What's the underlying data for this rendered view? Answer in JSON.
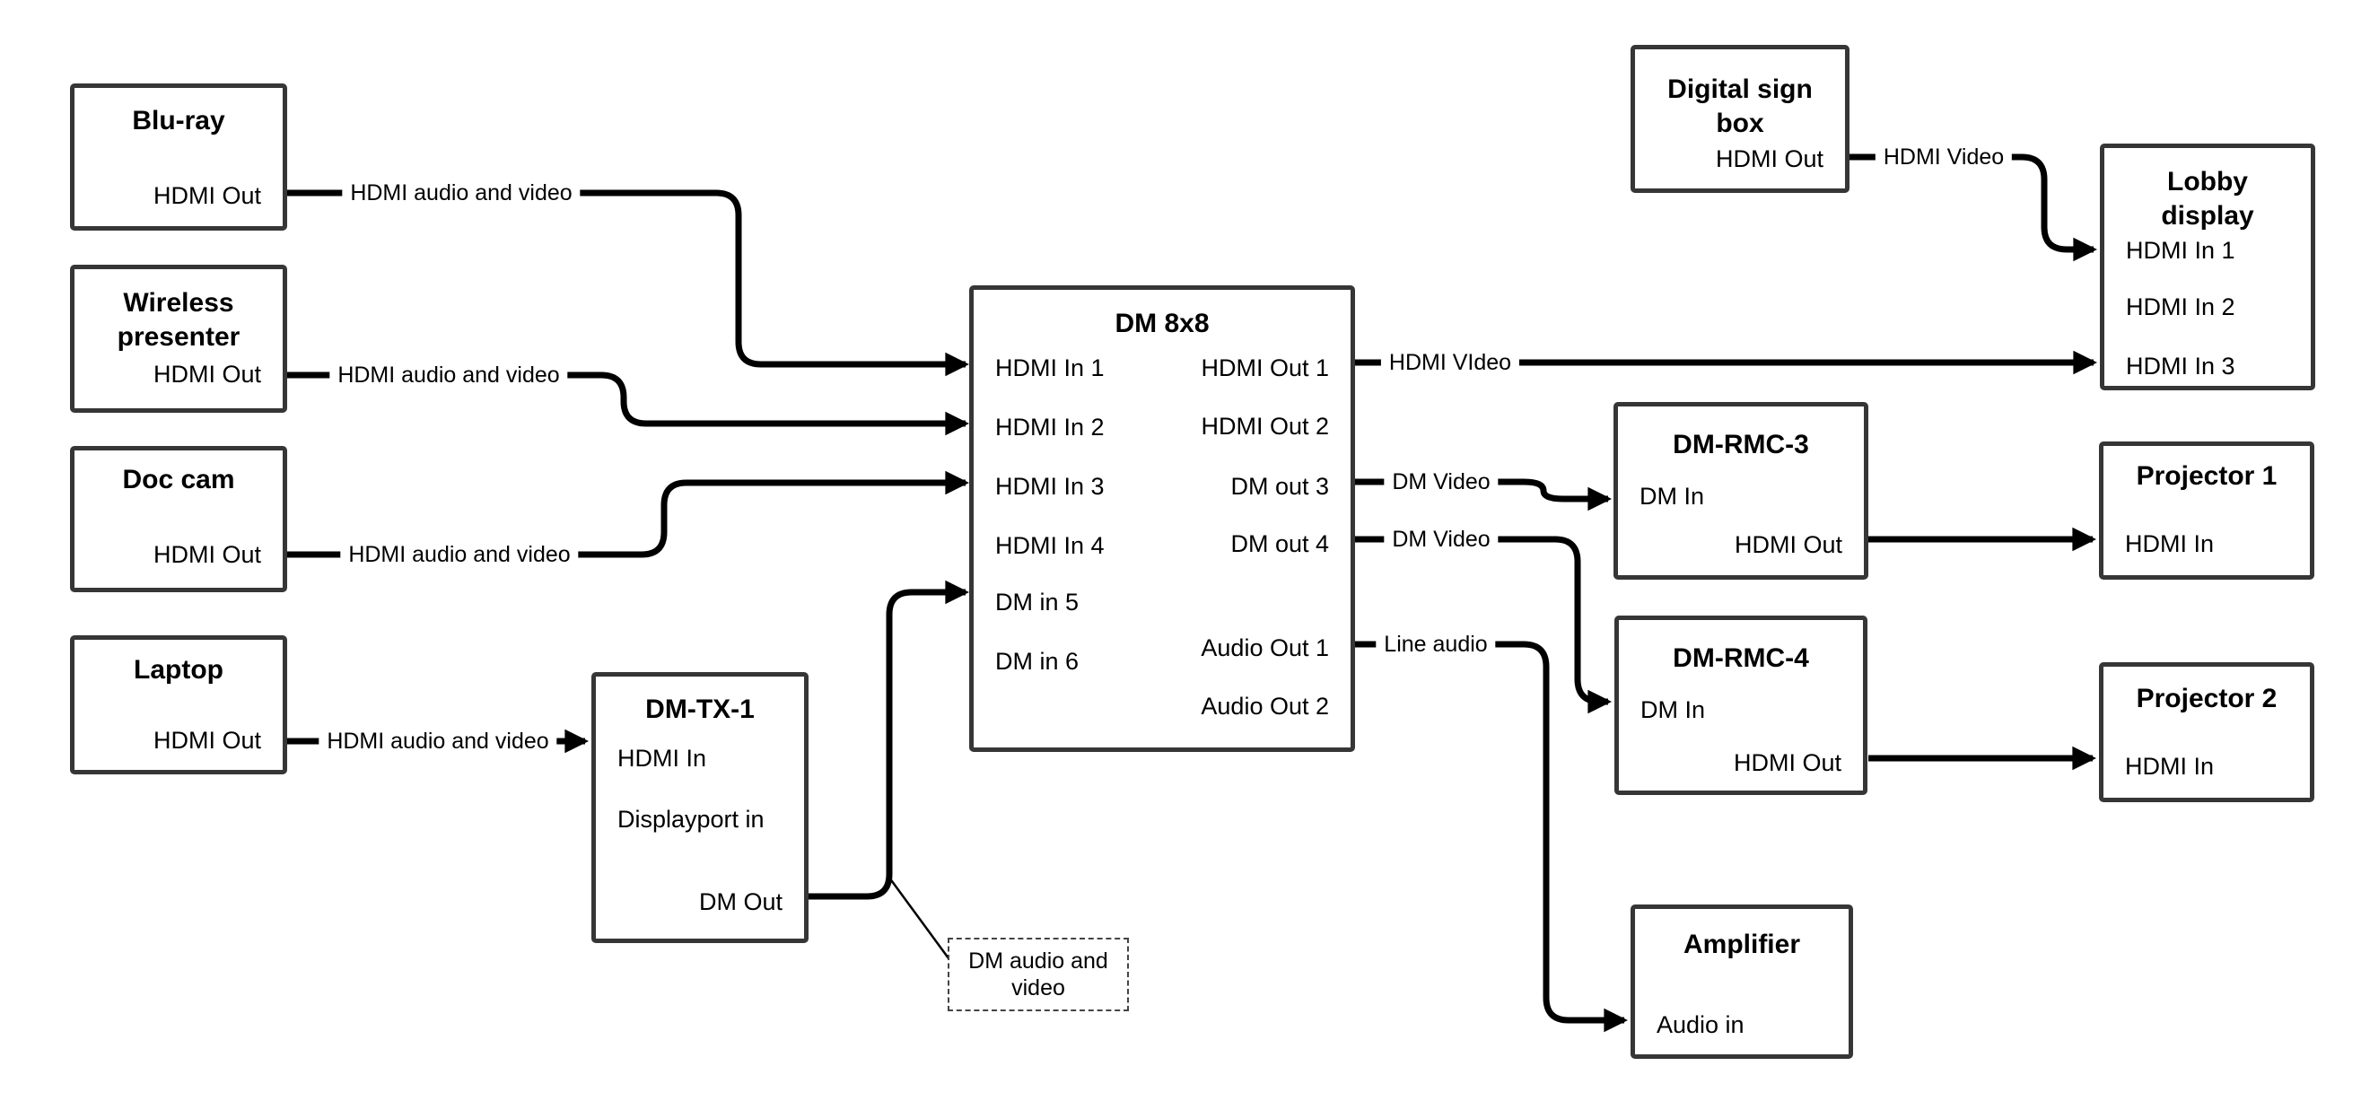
{
  "diagram": {
    "background_color": "#ffffff",
    "wire_color": "#000000",
    "box_border_color": "#363636"
  },
  "boxes": {
    "bluray": {
      "title": "Blu-ray",
      "ports": {
        "hdmi_out": "HDMI Out"
      }
    },
    "wireless": {
      "title": "Wireless\npresenter",
      "ports": {
        "hdmi_out": "HDMI Out"
      }
    },
    "doccam": {
      "title": "Doc cam",
      "ports": {
        "hdmi_out": "HDMI Out"
      }
    },
    "laptop": {
      "title": "Laptop",
      "ports": {
        "hdmi_out": "HDMI Out"
      }
    },
    "dmtx1": {
      "title": "DM-TX-1",
      "ports": {
        "hdmi_in": "HDMI In",
        "displayport_in": "Displayport in",
        "dm_out": "DM Out"
      }
    },
    "dm8x8": {
      "title": "DM 8x8",
      "ports": {
        "in1": "HDMI In 1",
        "in2": "HDMI In 2",
        "in3": "HDMI In 3",
        "in4": "HDMI In 4",
        "in5": "DM in 5",
        "in6": "DM in 6",
        "out1": "HDMI Out 1",
        "out2": "HDMI Out 2",
        "out3": "DM out 3",
        "out4": "DM out 4",
        "audio1": "Audio Out 1",
        "audio2": "Audio Out 2"
      }
    },
    "digital_sign": {
      "title": "Digital sign\nbox",
      "ports": {
        "hdmi_out": "HDMI Out"
      }
    },
    "lobby": {
      "title": "Lobby\ndisplay",
      "ports": {
        "in1": "HDMI In 1",
        "in2": "HDMI In 2",
        "in3": "HDMI In 3"
      }
    },
    "rmc3": {
      "title": "DM-RMC-3",
      "ports": {
        "dm_in": "DM In",
        "hdmi_out": "HDMI Out"
      }
    },
    "proj1": {
      "title": "Projector 1",
      "ports": {
        "hdmi_in": "HDMI In"
      }
    },
    "rmc4": {
      "title": "DM-RMC-4",
      "ports": {
        "dm_in": "DM In",
        "hdmi_out": "HDMI Out"
      }
    },
    "proj2": {
      "title": "Projector 2",
      "ports": {
        "hdmi_in": "HDMI In"
      }
    },
    "amp": {
      "title": "Amplifier",
      "ports": {
        "audio_in": "Audio in"
      }
    }
  },
  "wire_labels": {
    "bluray_line": "HDMI audio and video",
    "wireless_line": "HDMI audio and video",
    "doccam_line": "HDMI audio and video",
    "laptop_line": "HDMI audio and video",
    "out1_line": "HDMI VIdeo",
    "sign_line": "HDMI Video",
    "out3_line": "DM Video",
    "out4_line": "DM Video",
    "audio1_line": "Line audio"
  },
  "note": {
    "text": "DM audio and video"
  }
}
